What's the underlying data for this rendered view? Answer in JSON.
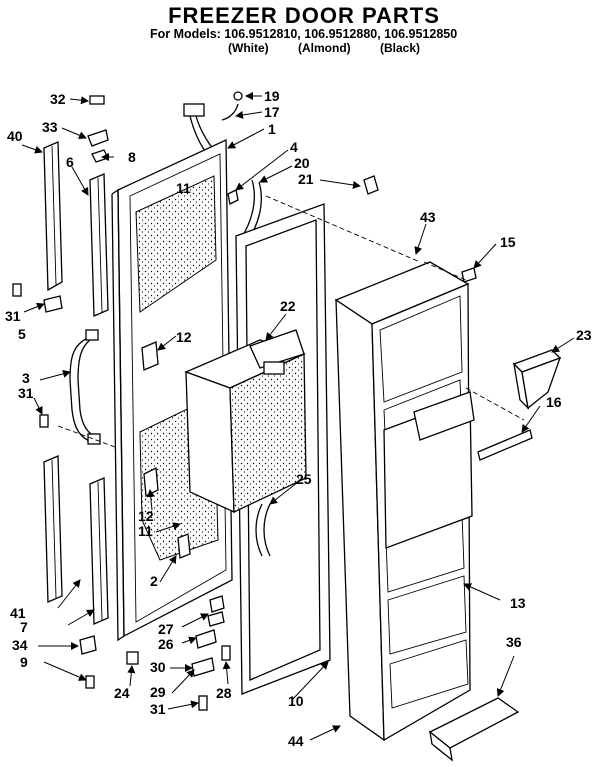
{
  "header": {
    "title": "FREEZER DOOR PARTS",
    "models_line": "For Models: 106.9512810, 106.9512880, 106.9512850",
    "variants": [
      "(White)",
      "(Almond)",
      "(Black)"
    ]
  },
  "callouts": {
    "c1": "1",
    "c2": "2",
    "c3": "3",
    "c4": "4",
    "c5": "5",
    "c6": "6",
    "c7": "7",
    "c8": "8",
    "c9": "9",
    "c10": "10",
    "c11a": "11",
    "c11b": "11",
    "c12a": "12",
    "c12b": "12",
    "c13": "13",
    "c15": "15",
    "c16": "16",
    "c17": "17",
    "c19": "19",
    "c20": "20",
    "c21": "21",
    "c22": "22",
    "c23": "23",
    "c24": "24",
    "c25": "25",
    "c26": "26",
    "c27": "27",
    "c28": "28",
    "c29": "29",
    "c30": "30",
    "c31a": "31",
    "c31b": "31",
    "c31c": "31",
    "c32": "32",
    "c33": "33",
    "c34": "34",
    "c36": "36",
    "c40": "40",
    "c41": "41",
    "c43": "43",
    "c44": "44"
  }
}
